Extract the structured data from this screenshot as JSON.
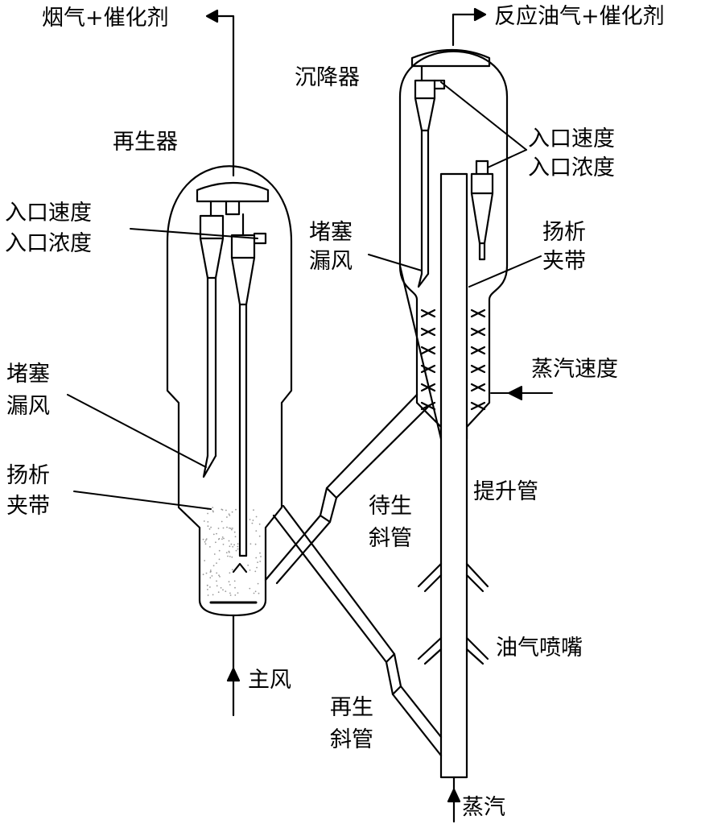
{
  "labels": {
    "flue_gas": "烟气+催化剂",
    "reaction_oil_gas": "反应油气+催化剂",
    "disengager": "沉降器",
    "regenerator": "再生器",
    "inlet_reg_1": "入口速度",
    "inlet_reg_2": "入口浓度",
    "inlet_dis_1": "入口速度",
    "inlet_dis_2": "入口浓度",
    "plug_dis_1": "堵塞",
    "plug_dis_2": "漏风",
    "strip_dis_1": "扬析",
    "strip_dis_2": "夹带",
    "steam_velocity": "蒸汽速度",
    "plug_reg_1": "堵塞",
    "plug_reg_2": "漏风",
    "strip_reg_1": "扬析",
    "strip_reg_2": "夹带",
    "riser": "提升管",
    "spent_1": "待生",
    "spent_2": "斜管",
    "nozzle": "油气喷嘴",
    "main_air": "主风",
    "regen_1": "再生",
    "regen_2": "斜管",
    "steam": "蒸汽"
  },
  "colors": {
    "line": "#000000",
    "background": "#ffffff"
  }
}
